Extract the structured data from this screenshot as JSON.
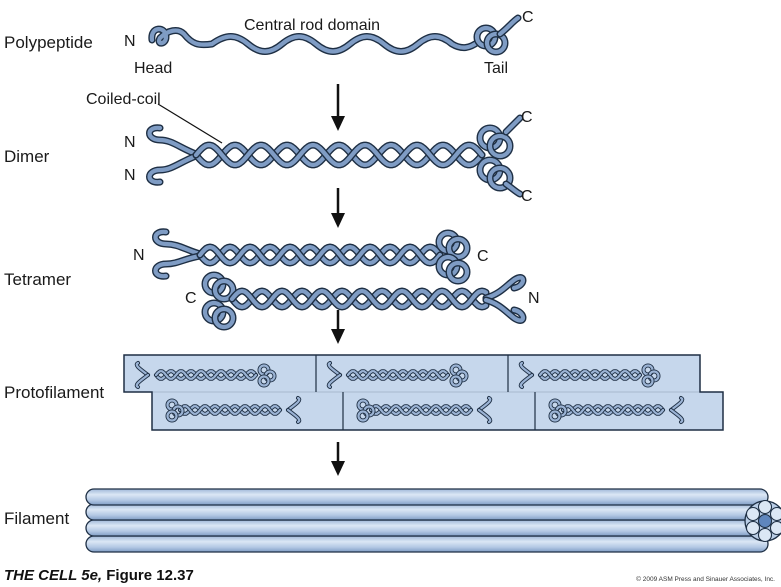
{
  "stages": {
    "polypeptide": "Polypeptide",
    "dimer": "Dimer",
    "tetramer": "Tetramer",
    "protofilament": "Protofilament",
    "filament": "Filament"
  },
  "labels": {
    "central_rod": "Central rod domain",
    "head": "Head",
    "tail": "Tail",
    "coiled_coil": "Coiled-coil",
    "n_terminus": "N",
    "c_terminus": "C"
  },
  "caption": {
    "book": "THE CELL 5e,",
    "figure": " Figure 12.37",
    "copyright": "© 2009 ASM Press and Sinauer Associates, Inc."
  },
  "colors": {
    "chain_fill": "#7f9cc4",
    "chain_outline": "#1e2f44",
    "panel_fill": "#c6d7ec",
    "filament_fill": "#b9cde6"
  }
}
